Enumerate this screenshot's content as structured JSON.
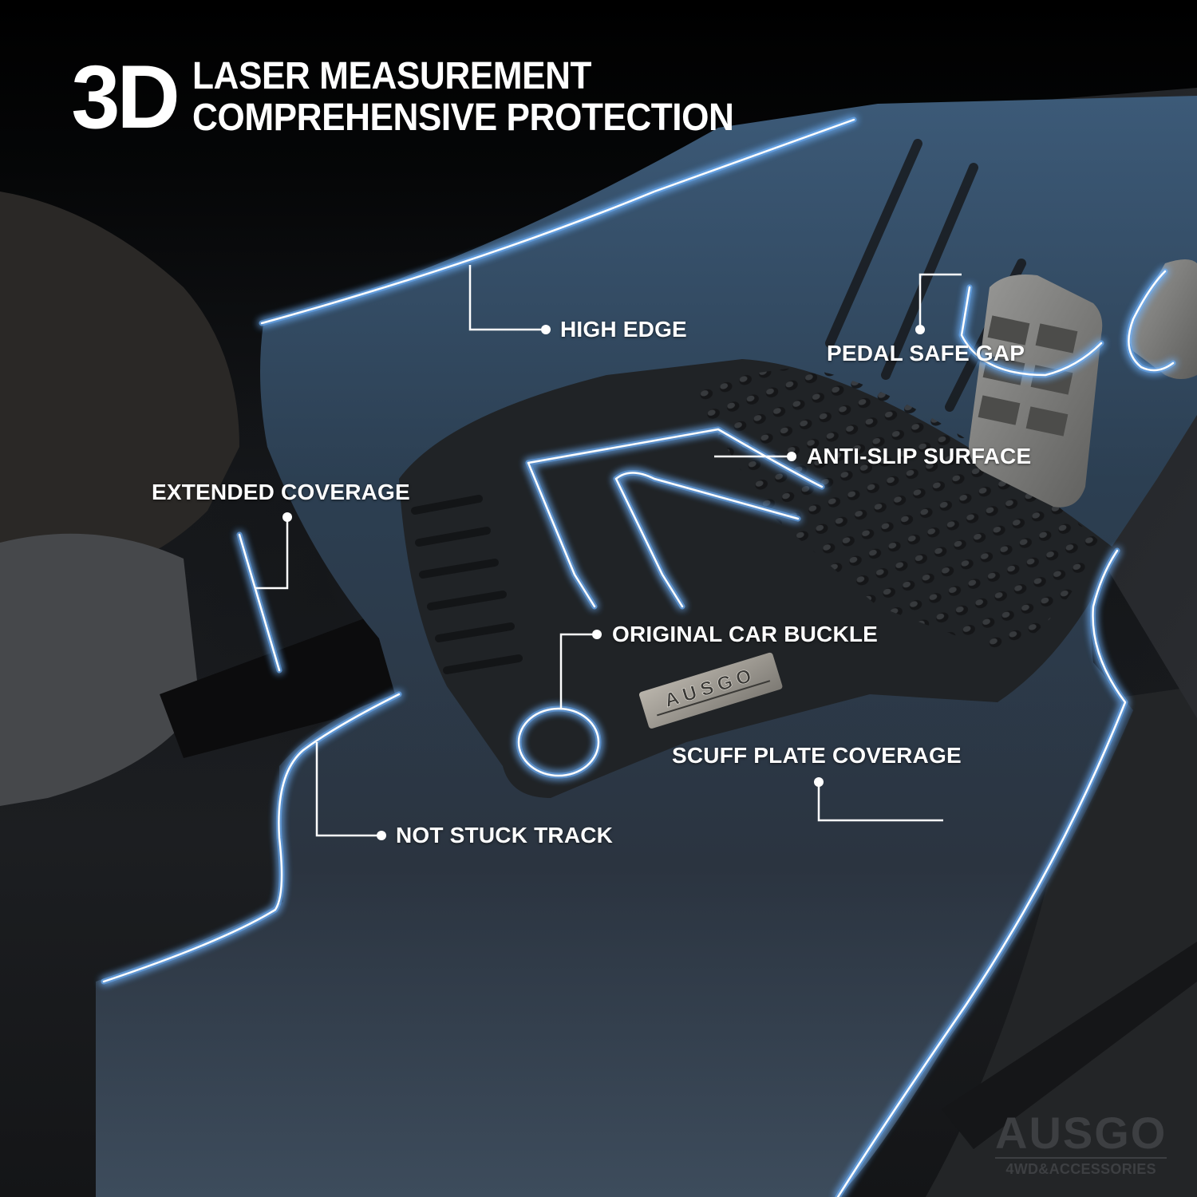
{
  "headline": {
    "big": "3D",
    "line1": "LASER MEASUREMENT",
    "line2": "COMPREHENSIVE PROTECTION"
  },
  "callouts": [
    {
      "id": "high-edge",
      "label": "HIGH EDGE"
    },
    {
      "id": "pedal-safe-gap",
      "label": "PEDAL SAFE GAP"
    },
    {
      "id": "anti-slip-surface",
      "label": "ANTI-SLIP SURFACE"
    },
    {
      "id": "extended-coverage",
      "label": "EXTENDED COVERAGE"
    },
    {
      "id": "original-car-buckle",
      "label": "ORIGINAL CAR BUCKLE"
    },
    {
      "id": "scuff-plate-coverage",
      "label": "SCUFF PLATE COVERAGE"
    },
    {
      "id": "not-stuck-track",
      "label": "NOT STUCK TRACK"
    }
  ],
  "badge": {
    "text": "AUSGO"
  },
  "brand": {
    "name": "AUSGO",
    "tagline": "4WD&ACCESSORIES"
  },
  "colors": {
    "glow": "#6fb4ff",
    "line": "#ffffff",
    "mat_highlight": "#5a7fa3",
    "text": "#ffffff"
  }
}
